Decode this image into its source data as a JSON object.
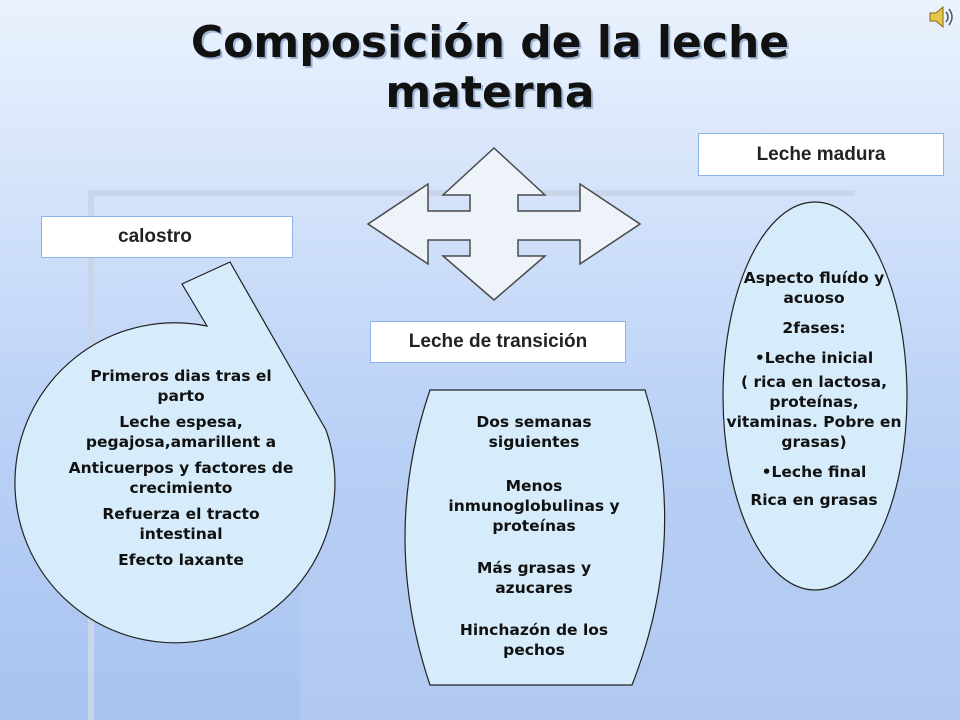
{
  "title": "Composición de la leche materna",
  "speaker_icon": "speaker-icon",
  "boxes": {
    "calostro": "calostro",
    "transicion": "Leche de transición",
    "madura": "Leche madura"
  },
  "calostro_items": [
    "Primeros dias tras el parto",
    "Leche espesa, pegajosa,amarillent a",
    "Anticuerpos y factores de crecimiento",
    "Refuerza el tracto intestinal",
    "Efecto laxante"
  ],
  "transicion_items": [
    "Dos semanas siguientes",
    "Menos inmunoglobulinas y proteínas",
    "Más grasas y azucares",
    "Hinchazón de los pechos"
  ],
  "madura_items": [
    "Aspecto fluído y acuoso",
    "2fases:",
    "•Leche inicial",
    "( rica en lactosa, proteínas, vitaminas. Pobre en grasas)",
    "•Leche final",
    "Rica en grasas"
  ],
  "colors": {
    "shape_fill": "#d6ecfb",
    "arrow_fill": "#eef2f9",
    "box_border": "#8fb3e6"
  }
}
